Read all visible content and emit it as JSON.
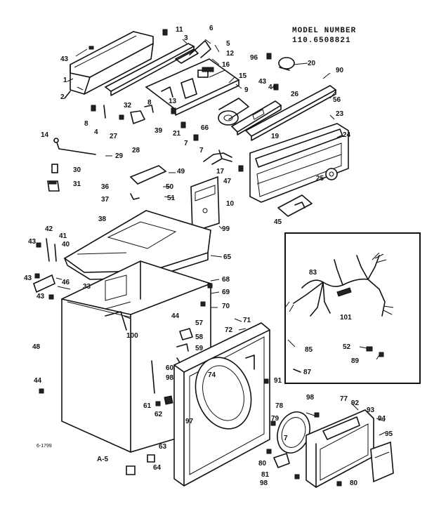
{
  "header": {
    "model_label": "MODEL NUMBER",
    "model_number": "110.6508821"
  },
  "page_code": "A-5",
  "drawing_code": "6-1799",
  "callouts": {
    "c1": "1",
    "c2": "2",
    "c3": "3",
    "c4": "4",
    "c5": "5",
    "c6": "6",
    "c7a": "7",
    "c7b": "7",
    "c7c": "7",
    "c8a": "8",
    "c8b": "8",
    "c9": "9",
    "c10": "10",
    "c11": "11",
    "c12": "12",
    "c13": "13",
    "c14": "14",
    "c15": "15",
    "c16": "16",
    "c17": "17",
    "c19": "19",
    "c20": "20",
    "c21": "21",
    "c23": "23",
    "c24": "24",
    "c25": "25",
    "c26": "26",
    "c27": "27",
    "c28": "28",
    "c29": "29",
    "c30": "30",
    "c31": "31",
    "c32": "32",
    "c33": "33",
    "c36": "36",
    "c37": "37",
    "c38": "38",
    "c39": "39",
    "c40": "40",
    "c41": "41",
    "c42": "42",
    "c43a": "43",
    "c43b": "43",
    "c43c": "43",
    "c43d": "43",
    "c43e": "43",
    "c44a": "44",
    "c44b": "44",
    "c44c": "44",
    "c45": "45",
    "c46": "46",
    "c47": "47",
    "c48": "48",
    "c49": "49",
    "c50": "50",
    "c51": "51",
    "c52": "52",
    "c56": "56",
    "c57": "57",
    "c58": "58",
    "c59": "59",
    "c60": "60",
    "c61": "61",
    "c62": "62",
    "c63": "63",
    "c64": "64",
    "c65": "65",
    "c66": "66",
    "c68": "68",
    "c69": "69",
    "c70": "70",
    "c71": "71",
    "c72": "72",
    "c74": "74",
    "c77": "77",
    "c78": "78",
    "c79": "79",
    "c80a": "80",
    "c80b": "80",
    "c81": "81",
    "c83": "83",
    "c85": "85",
    "c87": "87",
    "c89": "89",
    "c90": "90",
    "c91": "91",
    "c92": "92",
    "c93": "93",
    "c94": "94",
    "c95": "95",
    "c96": "96",
    "c97": "97",
    "c98a": "98",
    "c98b": "98",
    "c98c": "98",
    "c99": "99",
    "c100": "100",
    "c101": "101"
  }
}
